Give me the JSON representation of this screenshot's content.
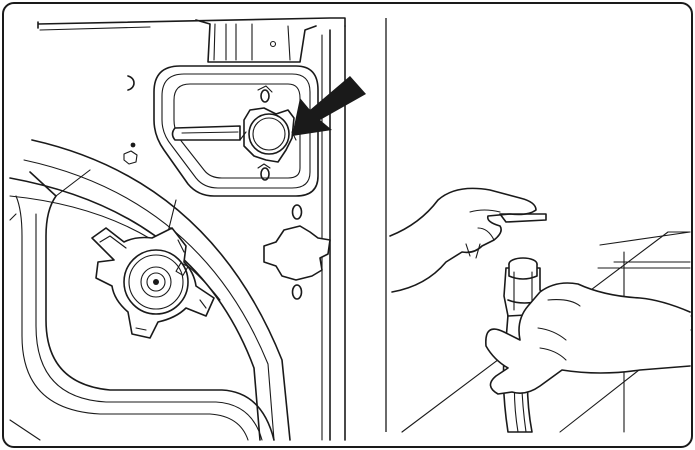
{
  "figure": {
    "panels": [
      {
        "id": "left",
        "subject": "filter-cover-panel"
      },
      {
        "id": "right",
        "subject": "drain-hose-hand"
      }
    ],
    "colors": {
      "line": "#1a1a1a",
      "background": "#ffffff",
      "arrow": "#1a1a1a"
    },
    "icons": [
      "arrow-icon"
    ]
  }
}
